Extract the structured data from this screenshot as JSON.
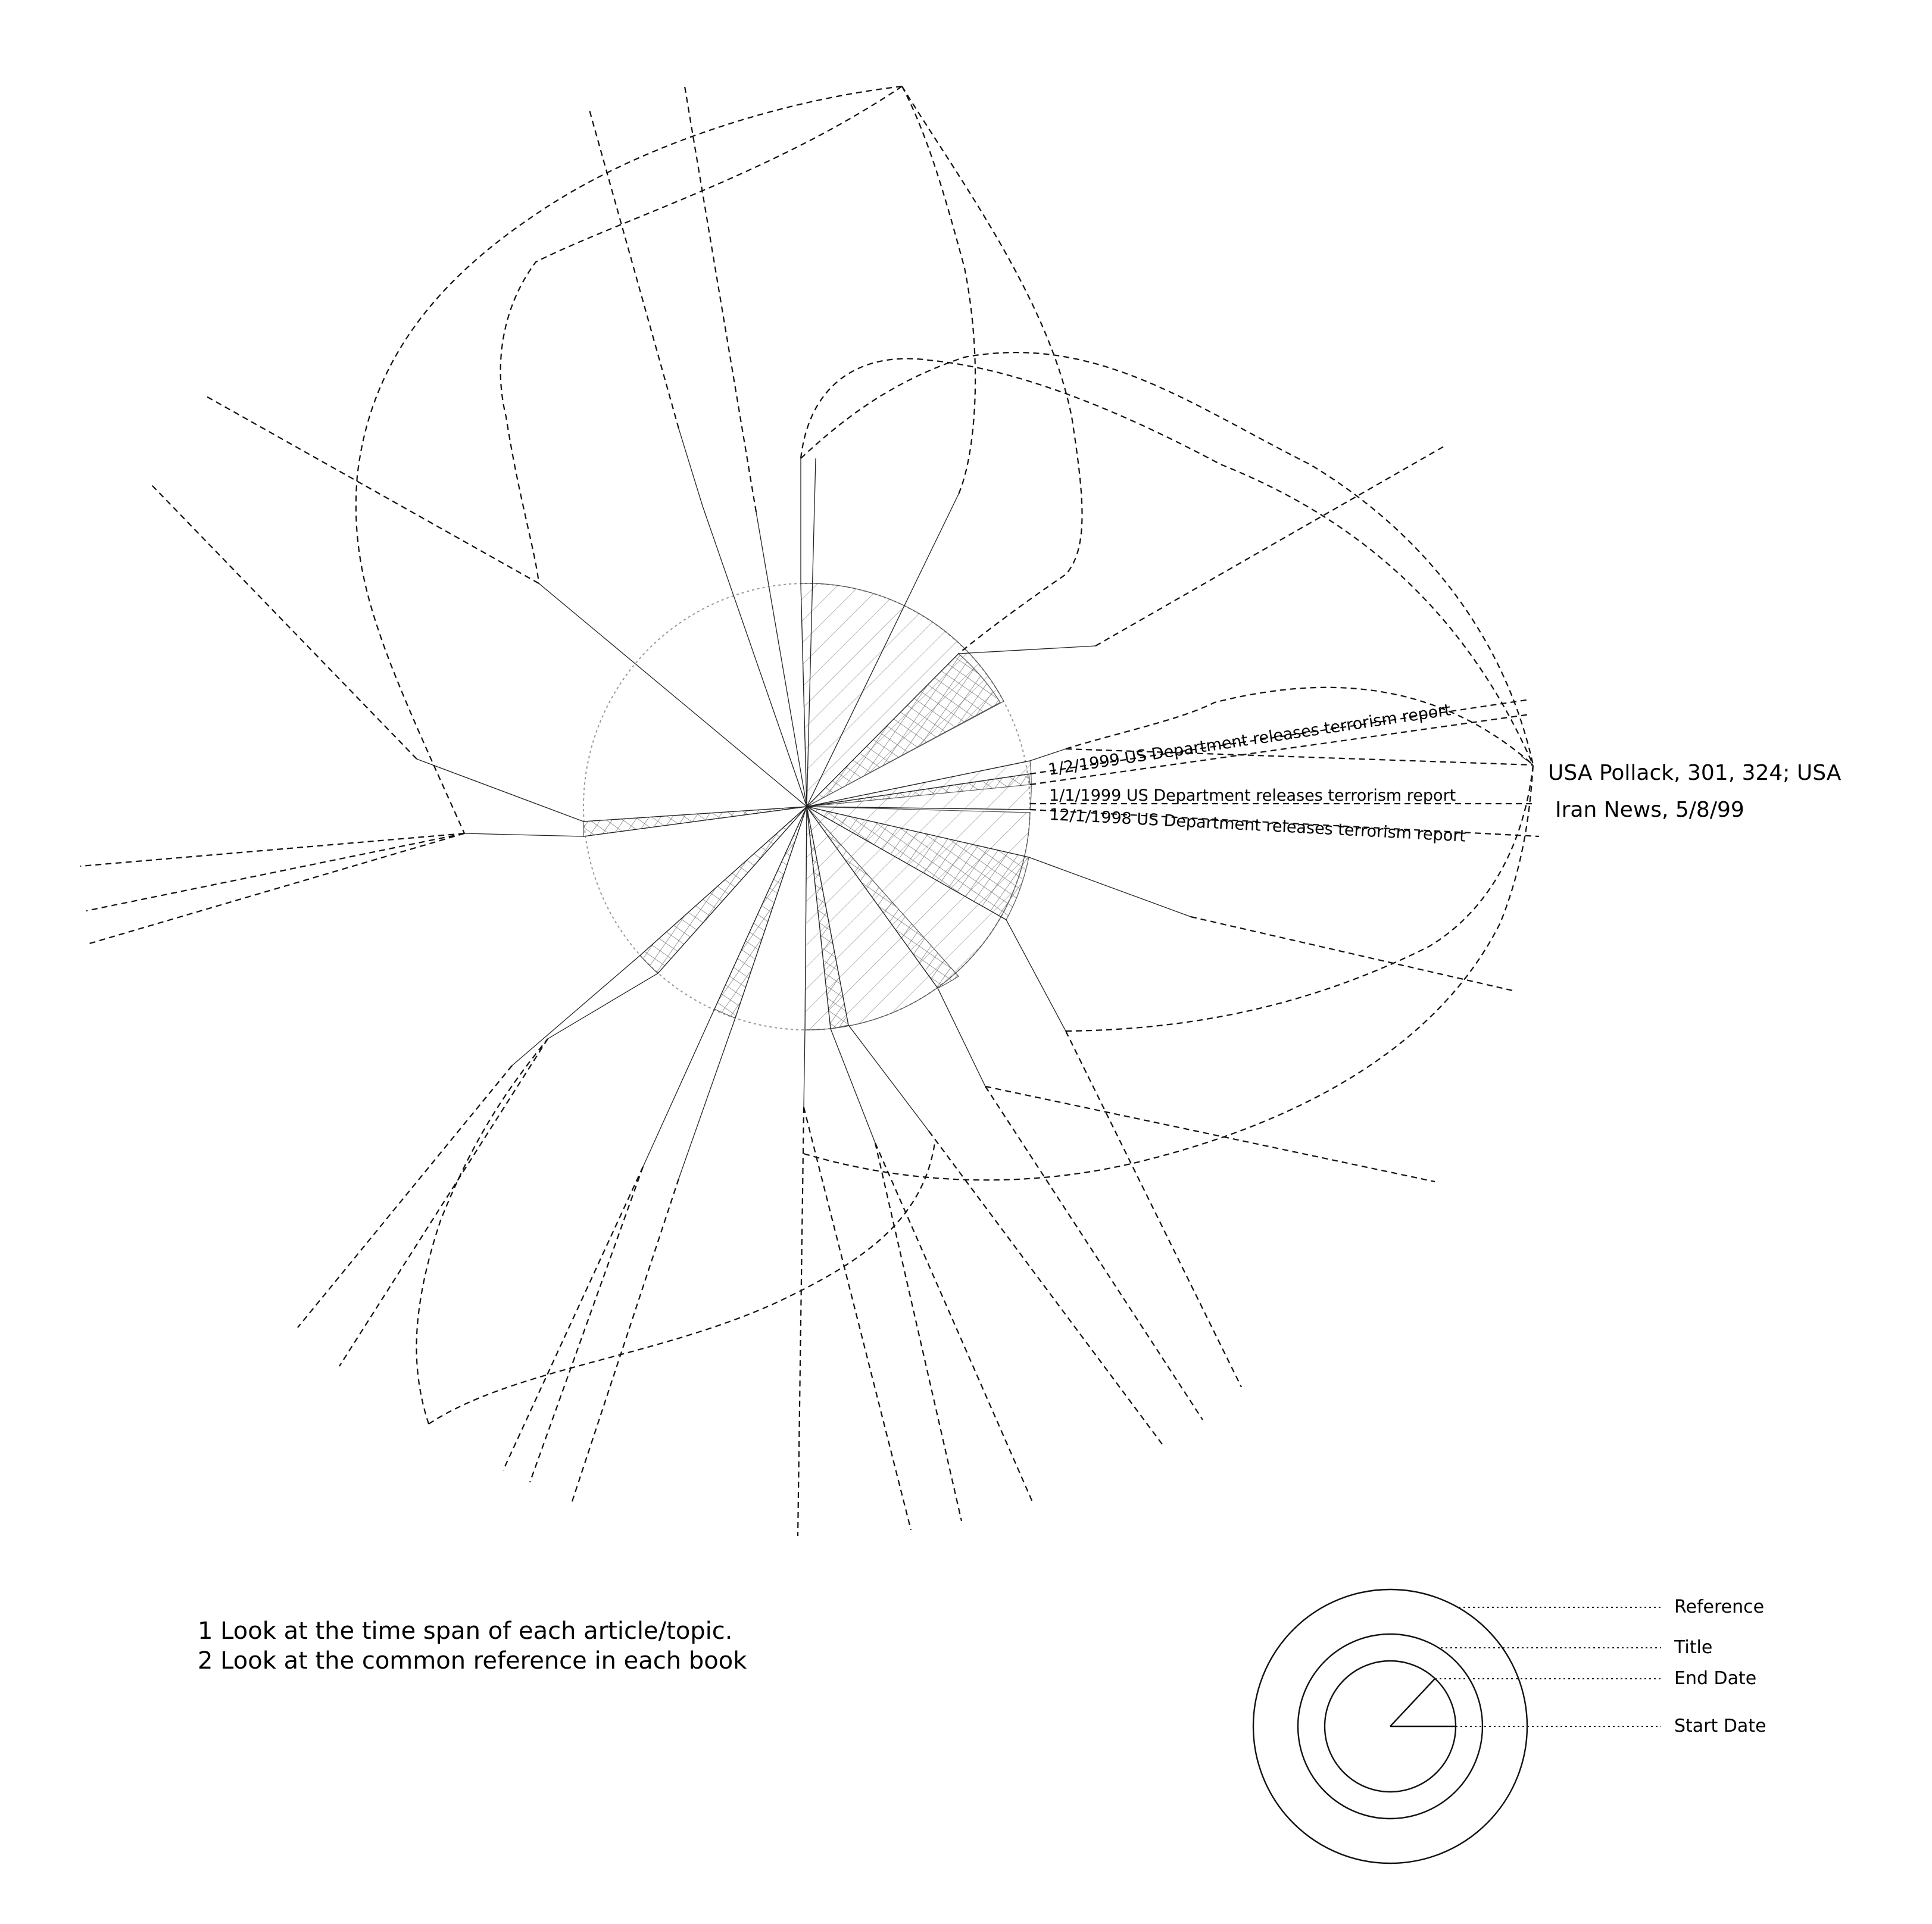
{
  "event_labels": [
    "1/2/1999 US Department releases terrorism report",
    "1/1/1999 US Department releases terrorism report",
    "12/1/1998 US Department releases terrorism report"
  ],
  "reference_labels": [
    "USA Pollack, 301, 324; USA",
    "Iran News, 5/8/99"
  ],
  "notes": [
    "1 Look at the time span of each article/topic.",
    "2 Look at the common reference in each book"
  ],
  "legend": {
    "reference": "Reference",
    "title": "Title",
    "end_date": "End Date",
    "start_date": "Start Date"
  }
}
